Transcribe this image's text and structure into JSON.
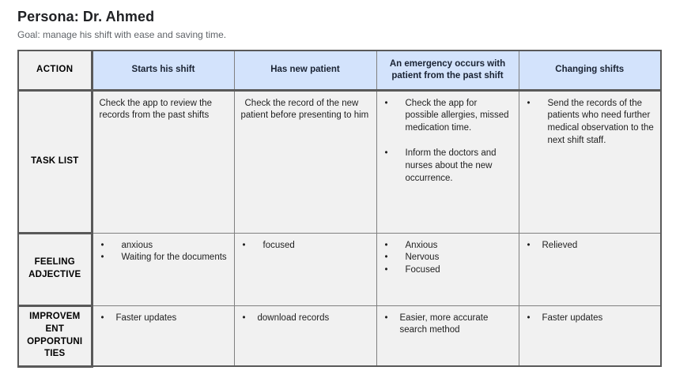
{
  "title": "Persona: Dr. Ahmed",
  "subtitle": "Goal: manage his shift with ease and saving time.",
  "colors": {
    "header_bg": "#d3e3fc",
    "header_text": "#1a2333",
    "cell_bg": "#f1f1f1",
    "border": "#808080",
    "border_heavy": "#595959",
    "subtitle_text": "#5f6368"
  },
  "bullet_glyph": "•",
  "table": {
    "header": {
      "action": "ACTION",
      "columns": [
        "Starts his shift",
        "Has new patient",
        "An emergency occurs with patient from the past shift",
        "Changing shifts"
      ]
    },
    "rows": [
      {
        "label": "TASK LIST",
        "cells": {
          "c1": {
            "text": "Check the app to review the records from the past shifts"
          },
          "c2": {
            "text": "Check the record of the new patient before presenting to him"
          },
          "c3": {
            "items": [
              "Check the app for possible allergies, missed medication time.",
              "Inform the doctors and nurses about the new occurrence."
            ]
          },
          "c4": {
            "items": [
              "Send the records of the patients who need further medical observation to the next shift staff."
            ]
          }
        }
      },
      {
        "label": "FEELING ADJECTIVE",
        "cells": {
          "c1": {
            "items": [
              "anxious",
              "Waiting for the documents"
            ]
          },
          "c2": {
            "items": [
              "focused"
            ]
          },
          "c3": {
            "items": [
              "Anxious",
              "Nervous",
              "Focused"
            ]
          },
          "c4": {
            "items": [
              "Relieved"
            ]
          }
        }
      },
      {
        "label": "IMPROVEM\nENT\nOPPORTUNI\nTIES",
        "cells": {
          "c1": {
            "items": [
              "Faster updates"
            ]
          },
          "c2": {
            "items": [
              "download records"
            ]
          },
          "c3": {
            "items": [
              "Easier, more accurate search method"
            ]
          },
          "c4": {
            "items": [
              "Faster updates"
            ]
          }
        }
      }
    ]
  }
}
